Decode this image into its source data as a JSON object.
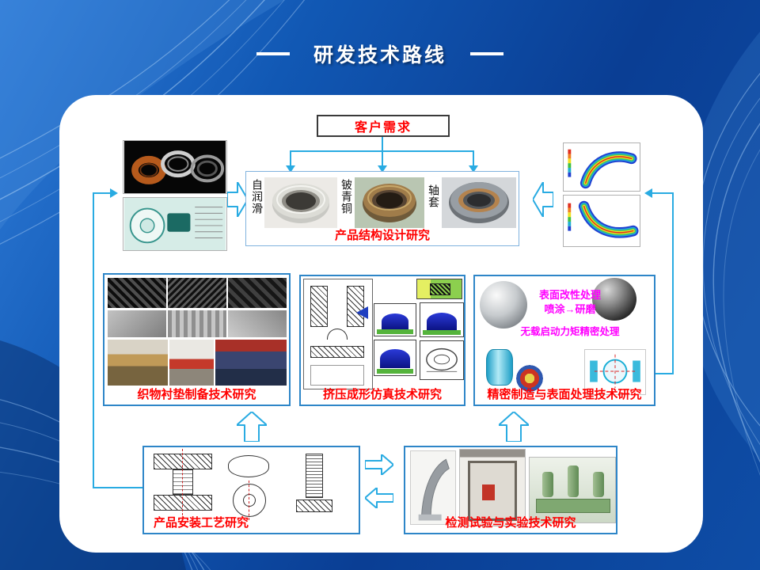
{
  "title": {
    "text": "研发技术路线"
  },
  "flow": {
    "customer": {
      "label": "客户需求"
    },
    "design": {
      "label_self_lubricating": "自润滑",
      "label_beryllium_bronze": "铍青铜",
      "label_bushing": "轴套",
      "caption": "产品结构设计研究"
    },
    "fabric": {
      "caption": "织物衬垫制备技术研究"
    },
    "extrusion": {
      "caption": "挤压成形仿真技术研究"
    },
    "precision": {
      "caption": "精密制造与表面处理技术研究",
      "note_surface_treatment": "表面改性处理",
      "note_spray_grind": "喷涂→研磨",
      "note_no_load_torque": "无载启动力矩精密处理"
    },
    "install": {
      "caption": "产品安装工艺研究"
    },
    "test": {
      "caption": "检测试验与实验技术研究"
    }
  },
  "colors": {
    "background_blue": "#0E4DA6",
    "panel_white": "#FFFFFF",
    "connector_cyan": "#29ABE2",
    "box_border_blue": "#2E86C8",
    "caption_red": "#FF0000",
    "note_magenta": "#FF00FF",
    "title_white": "#FFFFFF"
  }
}
